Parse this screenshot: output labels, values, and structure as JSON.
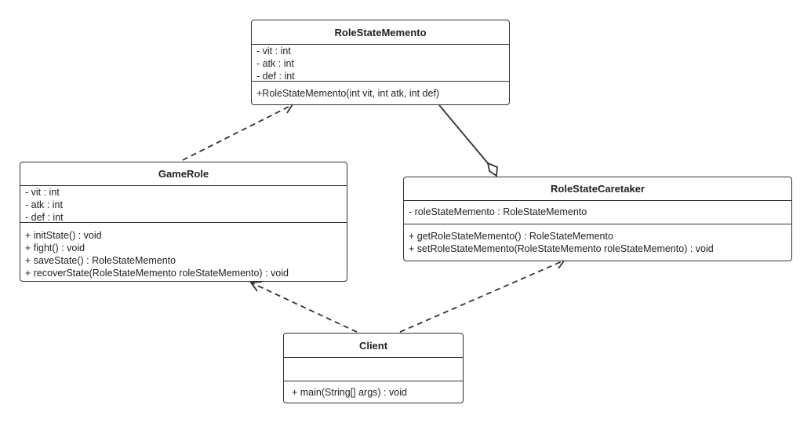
{
  "classes": {
    "memento": {
      "name": "RoleStateMemento",
      "attributes": [
        "- vit : int",
        "- atk : int",
        "- def : int"
      ],
      "methods": [
        "+RoleStateMemento(int vit, int atk, int def)"
      ]
    },
    "gamerole": {
      "name": "GameRole",
      "attributes": [
        "- vit : int",
        "- atk : int",
        "- def : int"
      ],
      "methods": [
        "+ initState() : void",
        "+ fight() : void",
        "+ saveState() : RoleStateMemento",
        "+ recoverState(RoleStateMemento roleStateMemento) : void"
      ]
    },
    "caretaker": {
      "name": "RoleStateCaretaker",
      "attributes": [
        "- roleStateMemento : RoleStateMemento"
      ],
      "methods": [
        "+ getRoleStateMemento() : RoleStateMemento",
        "+ setRoleStateMemento(RoleStateMemento roleStateMemento) : void"
      ]
    },
    "client": {
      "name": "Client",
      "attributes": [],
      "methods": [
        "+ main(String[] args) : void"
      ]
    }
  },
  "relations": [
    {
      "from": "GameRole",
      "to": "RoleStateMemento",
      "type": "dependency"
    },
    {
      "from": "RoleStateMemento",
      "to": "RoleStateCaretaker",
      "type": "aggregation"
    },
    {
      "from": "Client",
      "to": "GameRole",
      "type": "dependency"
    },
    {
      "from": "Client",
      "to": "RoleStateCaretaker",
      "type": "dependency"
    }
  ],
  "colors": {
    "line": "#333333",
    "background": "#ffffff"
  }
}
